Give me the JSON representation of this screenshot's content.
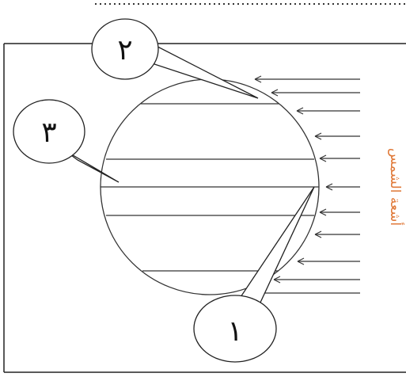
{
  "diagram": {
    "side_label": "أشعة الشمس",
    "callouts": [
      {
        "label": "٢"
      },
      {
        "label": "٣"
      },
      {
        "label": "١"
      }
    ]
  },
  "colors": {
    "ink": "#111111",
    "sun_label": "#e07a3a",
    "paper": "#ffffff",
    "frame": "#222222"
  }
}
